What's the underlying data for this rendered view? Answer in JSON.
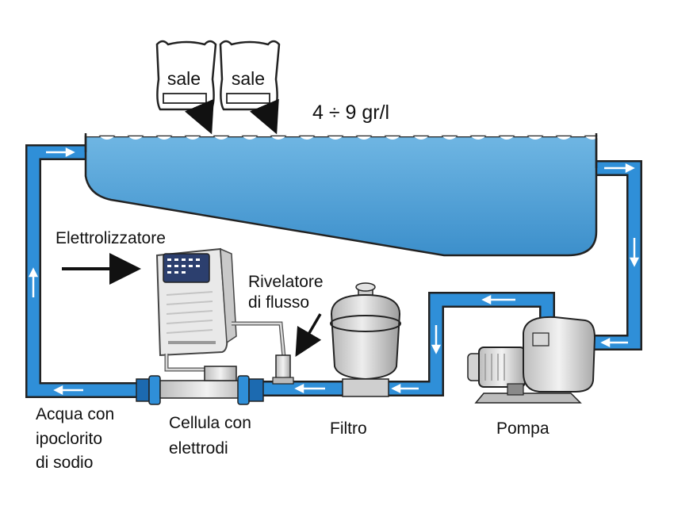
{
  "salt_bags": [
    {
      "label": "sale"
    },
    {
      "label": "sale"
    }
  ],
  "concentration": "4 ÷ 9 gr/l",
  "labels": {
    "electrolyzer": "Elettrolizzatore",
    "flow_detector_line1": "Rivelatore",
    "flow_detector_line2": "di flusso",
    "water_line1": "Acqua con",
    "water_line2": "ipoclorito",
    "water_line3": "di sodio",
    "cell_line1": "Cellula con",
    "cell_line2": "elettrodi",
    "filter": "Filtro",
    "pump": "Pompa"
  },
  "colors": {
    "water": "#4a9fd4",
    "pipe": "#2f8fd8",
    "equipment": "#e6e6e6",
    "outline": "#222222"
  }
}
